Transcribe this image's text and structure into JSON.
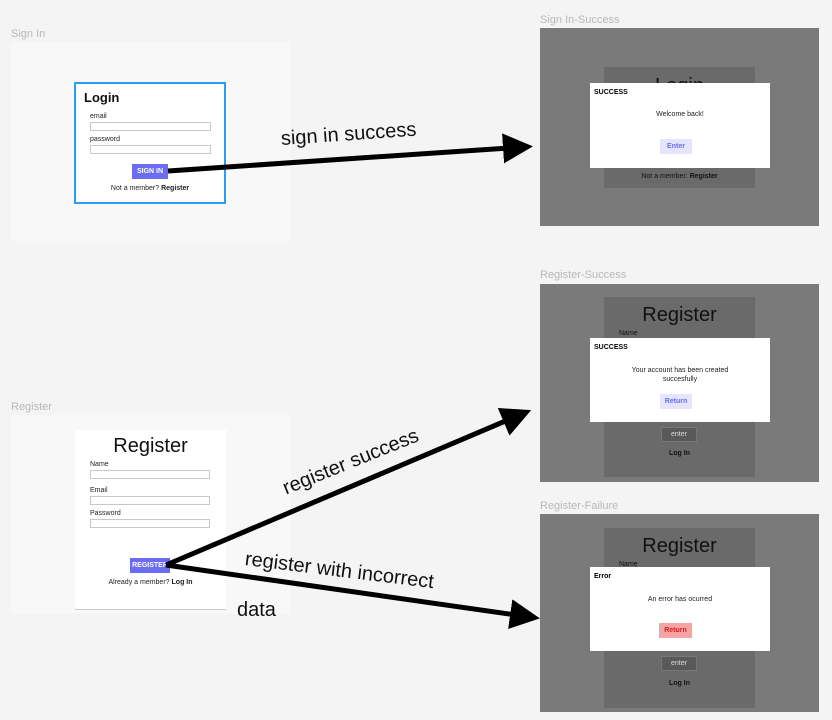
{
  "frames": {
    "sign_in": {
      "label": "Sign In",
      "title": "Login",
      "email_label": "email",
      "password_label": "password",
      "button": "SIGN IN",
      "footer_prefix": "Not a member?",
      "footer_link": "Register"
    },
    "sign_in_success": {
      "label": "Sign In-Success",
      "bg_title": "Login",
      "bg_footer_prefix": "Not a member:",
      "bg_footer_link": "Register",
      "modal_title": "SUCCESS",
      "modal_message": "Welcome back!",
      "modal_button": "Enter"
    },
    "register": {
      "label": "Register",
      "title": "Register",
      "name_label": "Name",
      "email_label": "Email",
      "password_label": "Password",
      "button": "REGISTER",
      "footer_prefix": "Already a member?",
      "footer_link": "Log In"
    },
    "register_success": {
      "label": "Register-Success",
      "bg_title": "Register",
      "bg_name": "Name",
      "bg_button": "enter",
      "bg_link": "Log In",
      "modal_title": "SUCCESS",
      "modal_message_line1": "Your account has been created",
      "modal_message_line2": "succesfully",
      "modal_button": "Return"
    },
    "register_failure": {
      "label": "Register-Failure",
      "bg_title": "Register",
      "bg_name": "Name",
      "bg_button": "enter",
      "bg_link": "Log In",
      "modal_title": "Error",
      "modal_message": "An error has ocurred",
      "modal_button": "Return"
    }
  },
  "arrows": {
    "sign_in_success": "sign in success",
    "register_success": "register success",
    "register_incorrect_line1": "register with incorrect",
    "register_incorrect_line2": "data"
  },
  "colors": {
    "canvas": "#f4f4f4",
    "dark_frame": "#7a7a7a",
    "primary_button": "#6c6cf2",
    "selected_border": "#2a9df4",
    "success_button_bg": "#e4e4ff",
    "success_button_text": "#6c6cf2",
    "error_button_bg": "#f7a3a3",
    "error_button_text": "#d02020"
  }
}
